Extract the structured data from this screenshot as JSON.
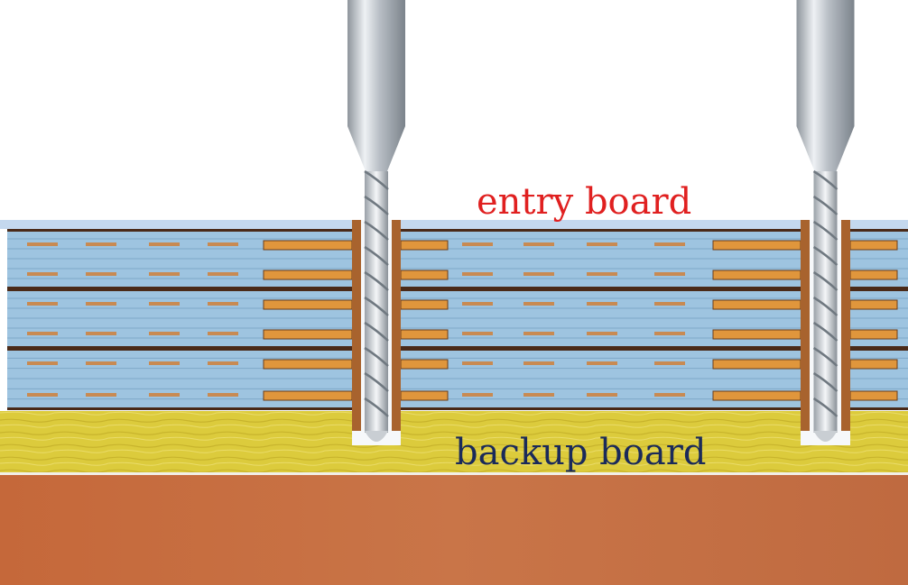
{
  "labels": {
    "entry_board": "entry board",
    "backup_board": "backup board"
  },
  "colors": {
    "entry_board": "#c4d8ee",
    "pcb_laminate": "#9ec4e0",
    "copper": "#e0963c",
    "prepreg_line": "#4a2a18",
    "backup_board": "#dccb3c",
    "machine_table": "#c2693e",
    "drill_steel": "#c4c9cf",
    "hole_plating": "#a8632e",
    "entry_label_color": "#e02020",
    "backup_label_color": "#1a2a5a"
  },
  "diagram": {
    "layers": [
      "entry-board",
      "pcb-stack-1",
      "pcb-stack-2",
      "pcb-stack-3",
      "backup-board",
      "machine-table"
    ],
    "drills": [
      "drill-bit-left",
      "drill-bit-right"
    ]
  }
}
